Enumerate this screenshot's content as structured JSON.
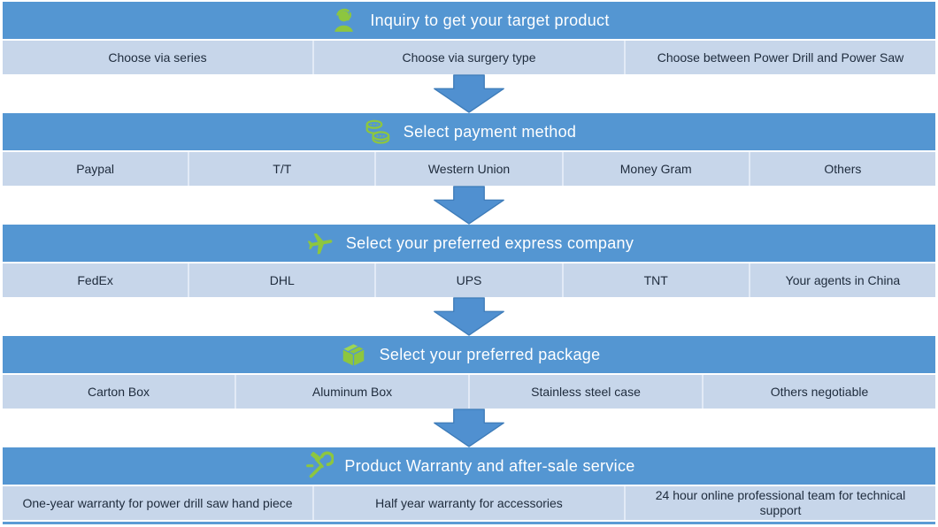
{
  "colors": {
    "header_blue": "#5496d2",
    "row_blue": "#c7d6ea",
    "cell_divider": "#e2eaf6",
    "arrow_blue": "#5090d0",
    "arrow_border": "#3e7cb9",
    "icon_green": "#8dc63f",
    "header_text": "#ffffff",
    "option_text": "#1e2b3c",
    "bottom_strip": "#5b9bd5"
  },
  "sections": [
    {
      "id": "inquiry",
      "icon": "support-agent-icon",
      "title": "Inquiry to get your target product",
      "options": [
        "Choose via series",
        "Choose via surgery type",
        "Choose between Power Drill and Power Saw"
      ]
    },
    {
      "id": "payment",
      "icon": "coins-icon",
      "title": "Select payment method",
      "options": [
        "Paypal",
        "T/T",
        "Western Union",
        "Money Gram",
        "Others"
      ]
    },
    {
      "id": "express",
      "icon": "airplane-icon",
      "title": "Select your preferred express company",
      "options": [
        "FedEx",
        "DHL",
        "UPS",
        "TNT",
        "Your agents in China"
      ]
    },
    {
      "id": "package",
      "icon": "package-box-icon",
      "title": "Select your preferred package",
      "options": [
        "Carton Box",
        "Aluminum Box",
        "Stainless steel case",
        "Others negotiable"
      ]
    },
    {
      "id": "warranty",
      "icon": "tools-warranty-icon",
      "title": "Product Warranty and after-sale service",
      "options": [
        "One-year warranty for power drill saw hand piece",
        "Half year warranty for accessories",
        "24 hour online professional team for technical support"
      ]
    }
  ]
}
